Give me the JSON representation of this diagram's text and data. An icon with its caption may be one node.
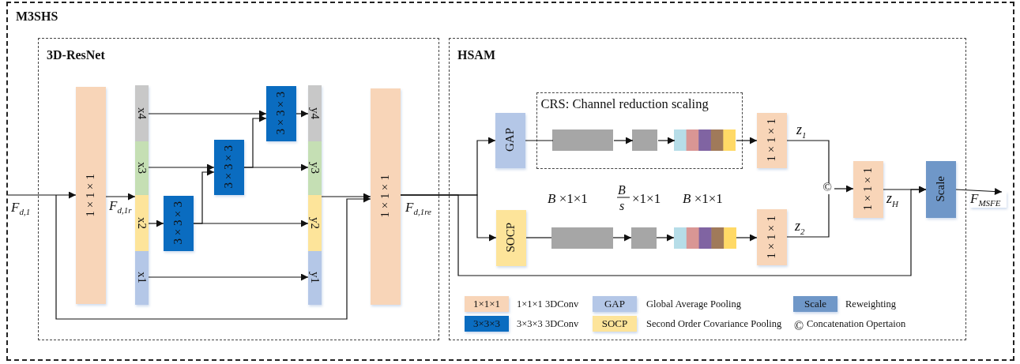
{
  "diagram": {
    "nodes": [
      {
        "text": [
          "M3SHS"
        ]
      },
      {
        "text": [
          "3D-ResNet"
        ],
        "in": 0
      },
      {
        "text": [
          "HSAM"
        ],
        "in": 0
      },
      {
        "text": [
          "1×1×1"
        ],
        "in": 1
      },
      {
        "text": [
          "x4"
        ],
        "in": 1
      },
      {
        "text": [
          "x3"
        ],
        "in": 1
      },
      {
        "text": [
          "x2"
        ],
        "in": 1
      },
      {
        "text": [
          "x1"
        ],
        "in": 1
      },
      {
        "text": [
          "3×3×3"
        ],
        "in": 1
      },
      {
        "text": [
          "3×3×3"
        ],
        "in": 1
      },
      {
        "text": [
          "3×3×3"
        ],
        "in": 1
      },
      {
        "text": [
          "y4"
        ],
        "in": 1
      },
      {
        "text": [
          "y3"
        ],
        "in": 1
      },
      {
        "text": [
          "y2"
        ],
        "in": 1
      },
      {
        "text": [
          "y1"
        ],
        "in": 1
      },
      {
        "text": [
          "1×1×1"
        ],
        "in": 1
      },
      {
        "text": [
          "CRS: Channel reduction scaling"
        ],
        "in": 2
      },
      {
        "text": [
          "GAP"
        ],
        "in": 2
      },
      {
        "text": [
          "SOCP"
        ],
        "in": 2
      },
      {
        "text": [],
        "shape": "box",
        "in": 16
      },
      {
        "text": [],
        "shape": "box",
        "in": 16
      },
      {
        "text": [],
        "shape": "bar",
        "in": 16
      },
      {
        "text": [],
        "shape": "box",
        "in": 2
      },
      {
        "text": [],
        "shape": "box",
        "in": 2
      },
      {
        "text": [],
        "shape": "bar",
        "in": 2
      },
      {
        "text": [
          "1×1×1"
        ],
        "in": 2
      },
      {
        "text": [
          "1×1×1"
        ],
        "in": 2
      },
      {
        "text": [
          "©"
        ],
        "in": 2
      },
      {
        "text": [
          "1×1×1"
        ],
        "in": 2
      },
      {
        "text": [
          "Scale"
        ],
        "in": 2
      },
      {
        "text": [
          "*F*$_{MSFE}$"
        ],
        "in": 0
      }
    ],
    "edges": [
      {
        "from": null,
        "to": 3,
        "arrow": "to"
      },
      {
        "from": 3,
        "to": 6,
        "arrow": "to"
      },
      {
        "from": 4,
        "to": 10,
        "arrow": "to"
      },
      {
        "from": 10,
        "to": 11,
        "arrow": "to"
      },
      {
        "from": 5,
        "to": 9,
        "arrow": "to"
      },
      {
        "from": 9,
        "to": 12,
        "arrow": "to"
      },
      {
        "from": 9,
        "to": 10,
        "arrow": "to"
      },
      {
        "from": 6,
        "to": 8,
        "arrow": "to"
      },
      {
        "from": 8,
        "to": 13,
        "arrow": "to"
      },
      {
        "from": 8,
        "to": 9,
        "arrow": "to"
      },
      {
        "from": 7,
        "to": 14,
        "arrow": "to"
      },
      {
        "from": null,
        "to": 15,
        "arrow": "to"
      },
      {
        "from": 13,
        "to": 15,
        "arrow": "to"
      },
      {
        "from": 15,
        "to": 17,
        "arrow": "to"
      },
      {
        "from": 15,
        "to": 18,
        "arrow": "to"
      },
      {
        "from": 15,
        "to": 29,
        "arrow": "to"
      },
      {
        "from": 17,
        "to": 19,
        "arrow": "none"
      },
      {
        "from": 19,
        "to": 20,
        "arrow": "to"
      },
      {
        "from": 20,
        "to": 21,
        "arrow": "to"
      },
      {
        "from": 21,
        "to": 25,
        "arrow": "to"
      },
      {
        "from": 18,
        "to": 22,
        "arrow": "none"
      },
      {
        "from": 22,
        "to": 23,
        "arrow": "to"
      },
      {
        "from": 23,
        "to": 24,
        "arrow": "to"
      },
      {
        "from": 24,
        "to": 26,
        "arrow": "to"
      },
      {
        "from": 25,
        "to": 27,
        "arrow": "none"
      },
      {
        "from": 26,
        "to": 27,
        "arrow": "none"
      },
      {
        "from": 27,
        "to": 28,
        "arrow": "to"
      },
      {
        "from": 28,
        "to": 29,
        "arrow": "to"
      },
      {
        "from": 29,
        "to": 30,
        "arrow": "to"
      }
    ],
    "labels": [
      "*F*$_{d,1}$",
      "*F*$_{d,1r}$",
      "*F*$_{d,1re}$",
      "*B* ×1×1",
      "B",
      "s",
      "×1×1",
      "*B* ×1×1",
      "*z*$_{1}$",
      "*z*$_{H}$",
      "*z*$_{2}$",
      "1×1×1",
      "GAP",
      "Scale",
      "3×3×3",
      "SOCP",
      "©"
    ],
    "legend": [
      {
        "text": "1×1×1 3DConv",
        "color": "#f8d5b8"
      },
      {
        "text": "3×3×3 3DConv",
        "color": "#0a6cc0"
      },
      {
        "text": "Global Average Pooling",
        "color": "#b4c7e7"
      },
      {
        "text": "Second Order Covariance Pooling",
        "color": "#fde49a"
      },
      {
        "text": "Reweighting",
        "color": "#6f97c8"
      },
      {
        "text": "Concatenation Opertaion"
      }
    ]
  }
}
